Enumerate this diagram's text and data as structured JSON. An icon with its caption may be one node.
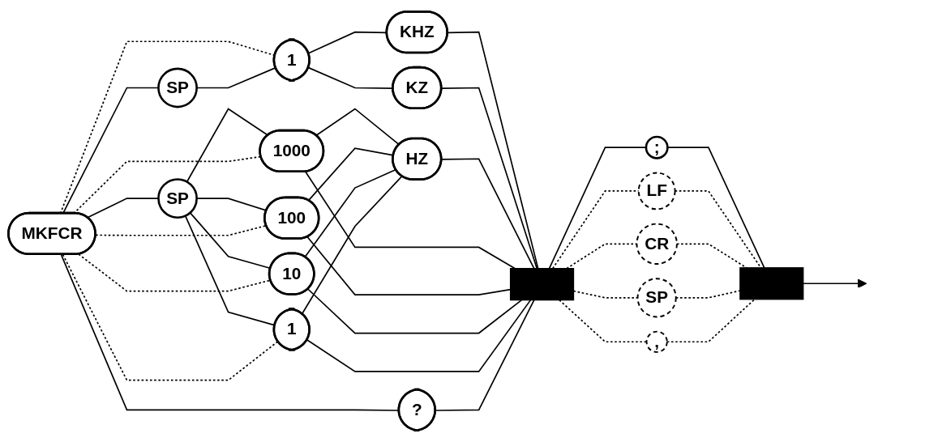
{
  "diagram": {
    "nodes": [
      {
        "text": [
          "MKFCR"
        ]
      },
      {
        "text": [
          "SP"
        ]
      },
      {
        "text": [
          "1"
        ]
      },
      {
        "text": [
          "KHZ"
        ]
      },
      {
        "text": [
          "KZ"
        ]
      },
      {
        "text": [
          "SP"
        ]
      },
      {
        "text": [
          "1000"
        ]
      },
      {
        "text": [
          "100"
        ]
      },
      {
        "text": [
          "10"
        ]
      },
      {
        "text": [
          "1"
        ]
      },
      {
        "text": [
          "HZ"
        ]
      },
      {
        "text": [
          "?"
        ]
      },
      {
        "text": [],
        "shape": "bar"
      },
      {
        "text": [
          ";"
        ]
      },
      {
        "text": [
          "LF"
        ]
      },
      {
        "text": [
          "CR"
        ]
      },
      {
        "text": [
          "SP"
        ]
      },
      {
        "text": [
          ","
        ]
      },
      {
        "text": [],
        "shape": "bar"
      }
    ],
    "edges": [
      {
        "from": 0,
        "to": 1,
        "arrow": "none"
      },
      {
        "from": 0,
        "to": 2,
        "arrow": "none",
        "style": "dashed"
      },
      {
        "from": 1,
        "to": 2,
        "arrow": "none"
      },
      {
        "from": 2,
        "to": 3,
        "arrow": "none"
      },
      {
        "from": 2,
        "to": 4,
        "arrow": "none"
      },
      {
        "from": 0,
        "to": 5,
        "arrow": "none"
      },
      {
        "from": 5,
        "to": 6,
        "arrow": "none"
      },
      {
        "from": 5,
        "to": 7,
        "arrow": "none"
      },
      {
        "from": 5,
        "to": 8,
        "arrow": "none"
      },
      {
        "from": 5,
        "to": 9,
        "arrow": "none"
      },
      {
        "from": 0,
        "to": 6,
        "arrow": "none",
        "style": "dashed"
      },
      {
        "from": 0,
        "to": 7,
        "arrow": "none",
        "style": "dashed"
      },
      {
        "from": 0,
        "to": 8,
        "arrow": "none",
        "style": "dashed"
      },
      {
        "from": 0,
        "to": 9,
        "arrow": "none",
        "style": "dashed"
      },
      {
        "from": 6,
        "to": 10,
        "arrow": "none"
      },
      {
        "from": 7,
        "to": 10,
        "arrow": "none"
      },
      {
        "from": 8,
        "to": 10,
        "arrow": "none"
      },
      {
        "from": 9,
        "to": 10,
        "arrow": "none"
      },
      {
        "from": 0,
        "to": 11,
        "arrow": "none"
      },
      {
        "from": 3,
        "to": 12,
        "arrow": "none"
      },
      {
        "from": 4,
        "to": 12,
        "arrow": "none"
      },
      {
        "from": 10,
        "to": 12,
        "arrow": "none"
      },
      {
        "from": 6,
        "to": 12,
        "arrow": "none"
      },
      {
        "from": 7,
        "to": 12,
        "arrow": "none"
      },
      {
        "from": 8,
        "to": 12,
        "arrow": "none"
      },
      {
        "from": 9,
        "to": 12,
        "arrow": "none"
      },
      {
        "from": 11,
        "to": 12,
        "arrow": "none"
      },
      {
        "from": 12,
        "to": 13,
        "arrow": "none"
      },
      {
        "from": 12,
        "to": 14,
        "arrow": "none",
        "style": "dashed"
      },
      {
        "from": 12,
        "to": 15,
        "arrow": "none",
        "style": "dashed"
      },
      {
        "from": 12,
        "to": 16,
        "arrow": "none",
        "style": "dashed"
      },
      {
        "from": 12,
        "to": 17,
        "arrow": "none",
        "style": "dashed"
      },
      {
        "from": 13,
        "to": 18,
        "arrow": "none"
      },
      {
        "from": 14,
        "to": 18,
        "arrow": "none",
        "style": "dashed"
      },
      {
        "from": 15,
        "to": 18,
        "arrow": "none",
        "style": "dashed"
      },
      {
        "from": 16,
        "to": 18,
        "arrow": "none",
        "style": "dashed"
      },
      {
        "from": 17,
        "to": 18,
        "arrow": "none",
        "style": "dashed"
      },
      {
        "from": 18,
        "to": null,
        "arrow": "to"
      }
    ]
  }
}
